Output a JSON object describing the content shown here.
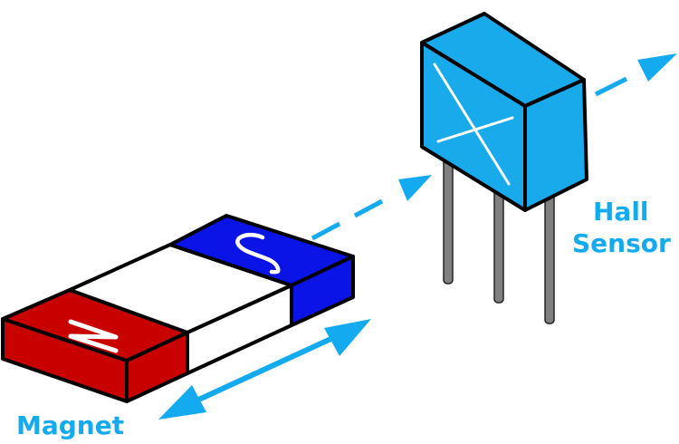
{
  "labels": {
    "magnet": "Magnet",
    "sensor_line1": "Hall",
    "sensor_line2": "Sensor"
  },
  "magnet_poles": [
    "N",
    "S"
  ],
  "colors": {
    "accent": "#14aaf0",
    "north": "#c80000",
    "south": "#0a14e6",
    "sensor": "#18aaea",
    "pin": "#808080"
  }
}
